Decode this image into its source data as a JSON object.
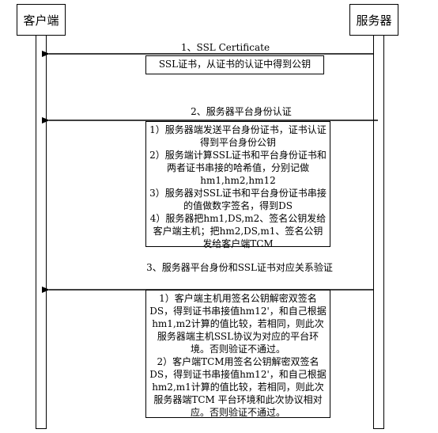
{
  "actors": {
    "client": "客户端",
    "server": "服务器"
  },
  "messages": [
    {
      "label": "1、SSL Certificate",
      "notes": [
        "SSL证书，从证书的认证中得到公钥"
      ]
    },
    {
      "label": "2、服务器平台身份认证",
      "notes": [
        "1）服务器端发送平台身份证书，证书认证得到平台身份公钥",
        "2）服务端计算SSL证书和平台身份证书和两者证书串接的哈希值，分别记做hm1,hm2,hm12",
        "3）服务器对SSL证书和平台身份证书串接的值做数字签名，得到DS",
        "4）服务器把hm1,DS,m2、签名公钥发给客户端主机；把hm2,DS,m1、签名公钥发给客户端TCM"
      ]
    },
    {
      "label": "3、服务器平台身份和SSL证书对应关系验证",
      "notes": [
        "1）客户端主机用签名公钥解密双签名DS，得到证书串接值hm12'，和自己根据hm1,m2计算的值比较，若相同，则此次服务器端主机SSL协议为对应的平台环境。否则验证不通过。",
        "2）客户端TCM用签名公钥解密双签名DS，得到证书串接值hm12'，和自己根据hm2,m1计算的值比较，若相同，则此次服务器端TCM 平台环境和此次协议相对应。否则验证不通过。"
      ]
    }
  ]
}
